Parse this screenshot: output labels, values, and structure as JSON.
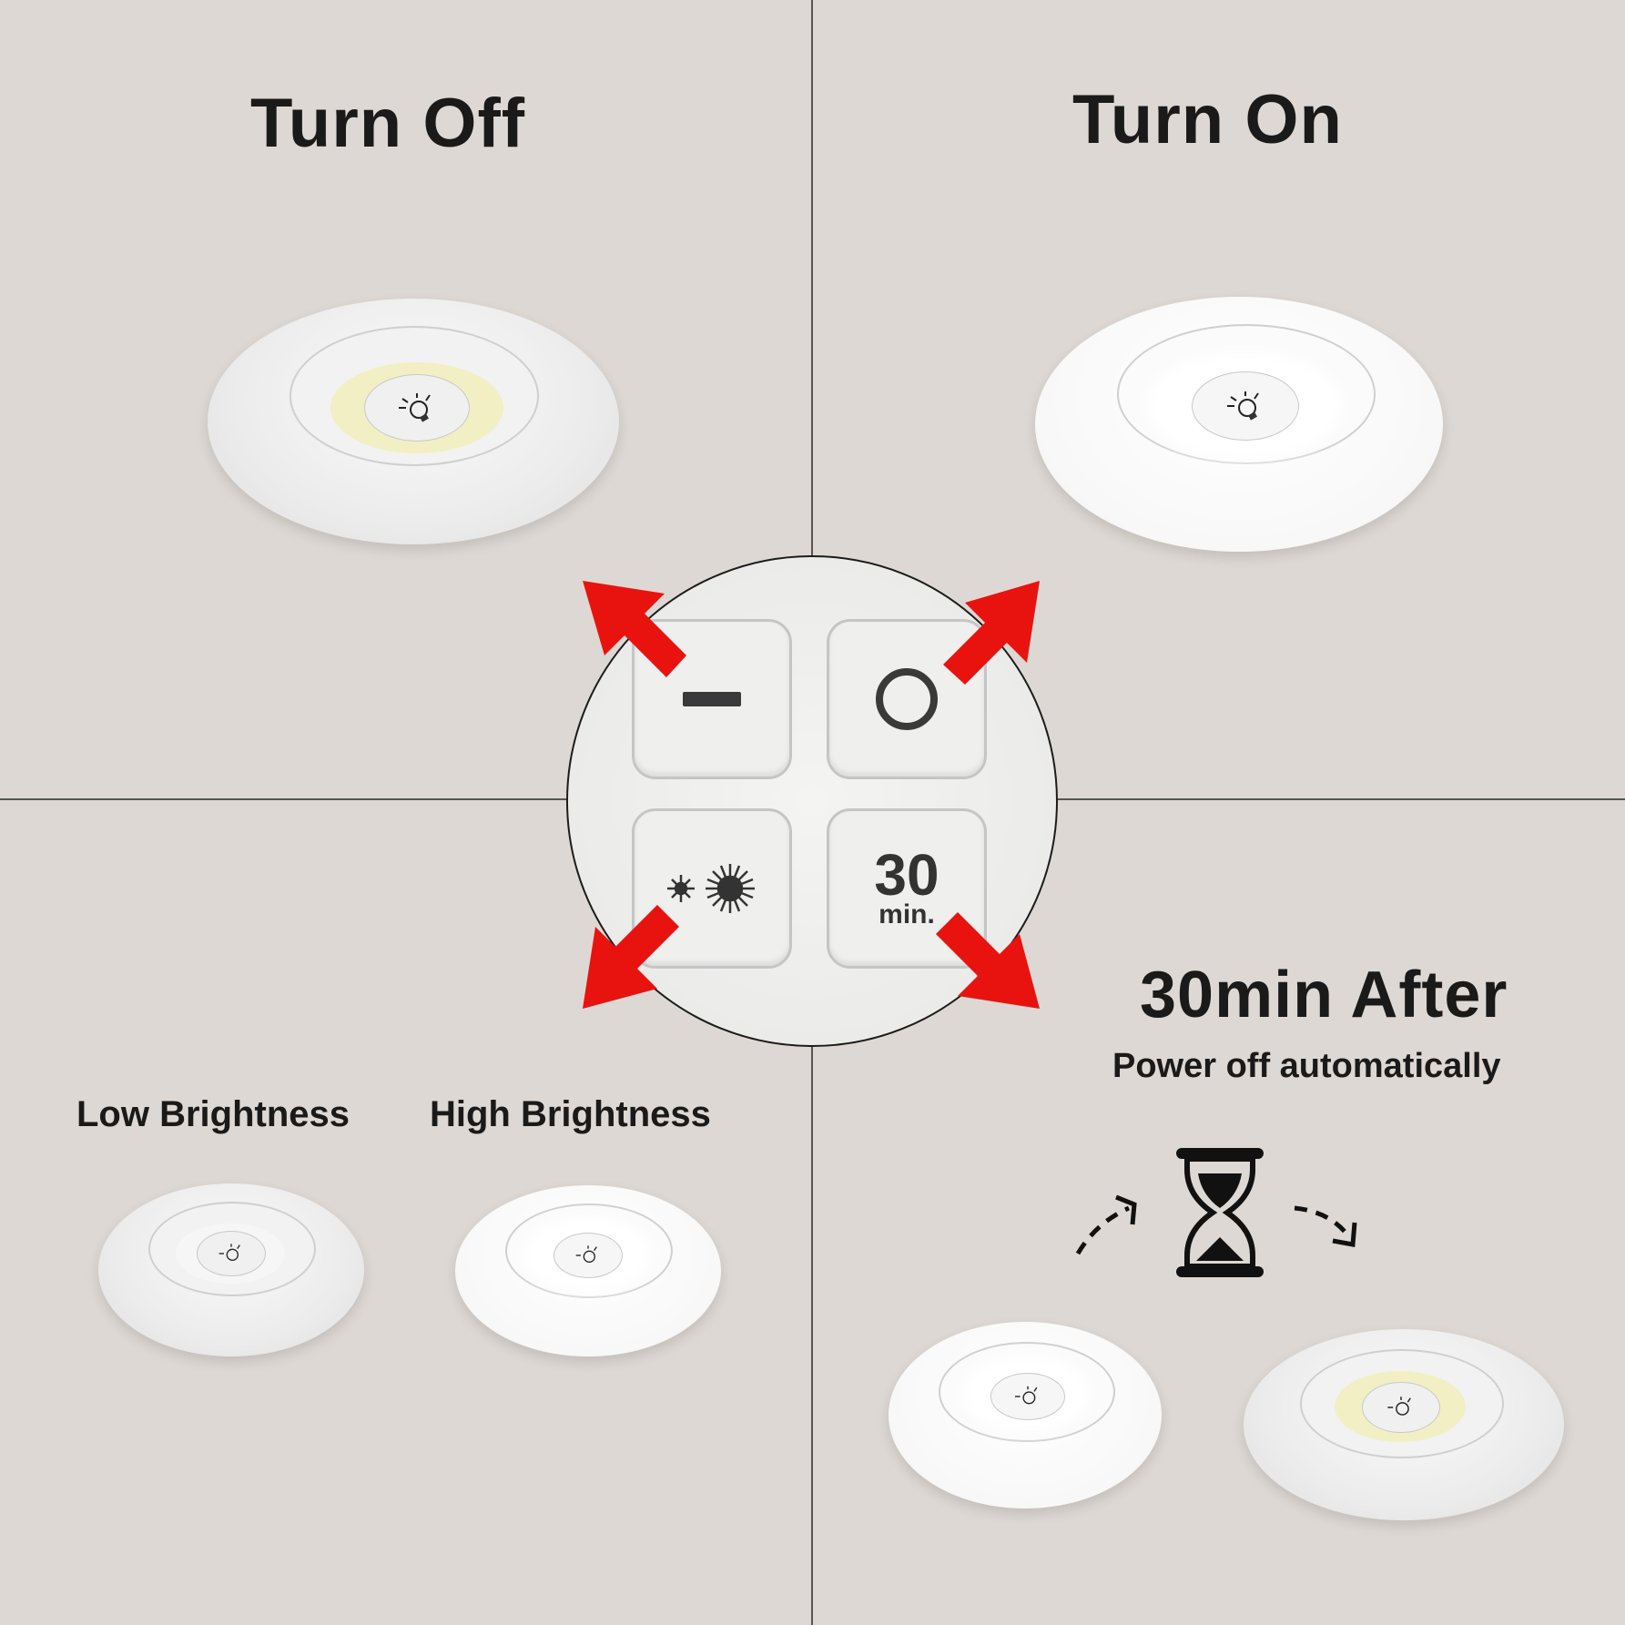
{
  "panels": {
    "top_left": {
      "title": "Turn Off",
      "lamp_state": "off"
    },
    "top_right": {
      "title": "Turn On",
      "lamp_state": "on"
    },
    "bottom_left": {
      "low_label": "Low Brightness",
      "high_label": "High Brightness"
    },
    "bottom_right": {
      "title": "30min After",
      "subtitle": "Power off automatically",
      "icon": "hourglass-icon"
    }
  },
  "keypad": {
    "keys": [
      {
        "name": "off-key",
        "symbol": "—",
        "icon": "minus-icon"
      },
      {
        "name": "on-key",
        "symbol": "O",
        "icon": "circle-icon"
      },
      {
        "name": "brightness-key",
        "symbol": "☀☀",
        "icon": "sun-icon"
      },
      {
        "name": "timer-key",
        "number": "30",
        "unit": "min."
      }
    ]
  },
  "colors": {
    "background": "#dcd7d2",
    "arrow": "#e8130f",
    "text": "#1a1a1a",
    "warm_ring": "#f2efc4"
  }
}
